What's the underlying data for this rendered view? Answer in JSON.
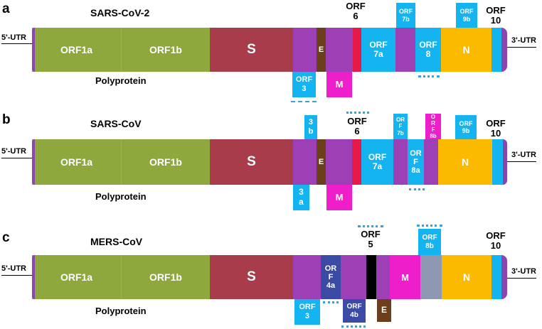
{
  "colors": {
    "orf1": "#8fa83d",
    "s": "#a93c4b",
    "purple": "#9d3fb5",
    "e": "#6b3f1b",
    "red": "#e6194b",
    "cyan": "#14b4f0",
    "n": "#fbb900",
    "magenta": "#ee1fcb",
    "navy": "#3b4aa5",
    "gray": "#8e98b2",
    "black": "#000000",
    "dotted": "#3aa0d6"
  },
  "panels": [
    {
      "letter": "a",
      "virus": "SARS-CoV-2",
      "utr5": "5'-UTR",
      "utr3": "3'-UTR",
      "polyprotein": "Polyprotein",
      "segments": {
        "orf1a": "ORF1a",
        "orf1b": "ORF1b",
        "s": "S",
        "e": "E",
        "orf7a": "ORF\n7a",
        "orf8": "ORF\n8",
        "n": "N"
      },
      "labels": {
        "orf6": "ORF\n6",
        "orf10": "ORF\n10"
      },
      "boxes": {
        "orf7b": "ORF\n7b",
        "orf9b": "ORF\n9b",
        "orf3": "ORF\n3",
        "m": "M"
      }
    },
    {
      "letter": "b",
      "virus": "SARS-CoV",
      "utr5": "5'-UTR",
      "utr3": "3'-UTR",
      "polyprotein": "Polyprotein",
      "segments": {
        "orf1a": "ORF1a",
        "orf1b": "ORF1b",
        "s": "S",
        "e": "E",
        "orf7a": "ORF\n7a",
        "orf8a": "OR\nF\n8a",
        "n": "N"
      },
      "labels": {
        "orf6": "ORF\n6",
        "orf10": "ORF\n10"
      },
      "boxes": {
        "b3": "3\nb",
        "orf7b": "OR\nF\n7b",
        "orf8b": "O\nR\nF\n8b",
        "orf9b": "ORF\n9b",
        "a3": "3\na",
        "m": "M"
      }
    },
    {
      "letter": "c",
      "virus": "MERS-CoV",
      "utr5": "5'-UTR",
      "utr3": "3'-UTR",
      "polyprotein": "Polyprotein",
      "segments": {
        "orf1a": "ORF1a",
        "orf1b": "ORF1b",
        "s": "S",
        "orf4a": "OR\nF\n4a",
        "m": "M",
        "n": "N"
      },
      "labels": {
        "orf5": "ORF\n5",
        "orf10": "ORF\n10"
      },
      "boxes": {
        "orf8b": "ORF\n8b",
        "orf3": "ORF\n3",
        "orf4b": "ORF\n4b",
        "e": "E"
      }
    }
  ]
}
